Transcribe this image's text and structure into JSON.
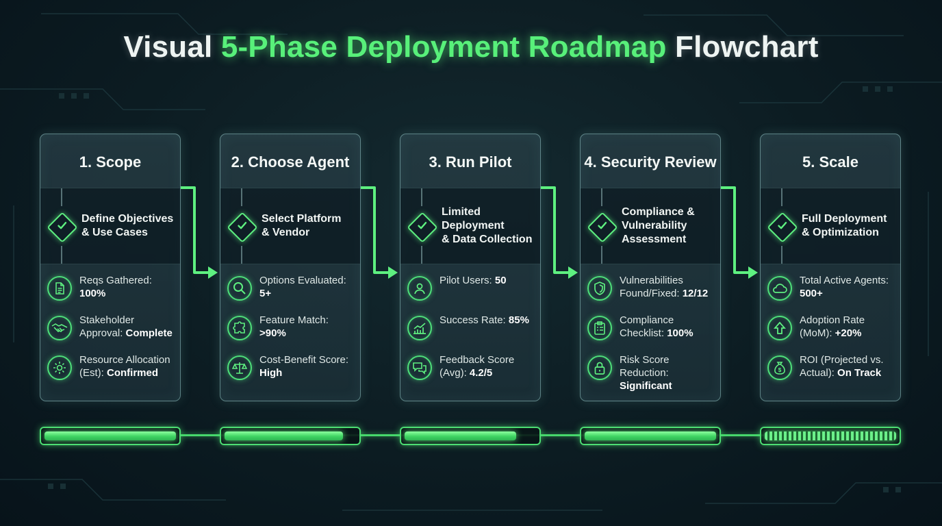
{
  "title": {
    "pre": "Visual ",
    "accent": "5-Phase Deployment Roadmap",
    "post": " Flowchart"
  },
  "colors": {
    "accent": "#58f07a",
    "card_border": "#96c8c8",
    "background": "#0c1c22"
  },
  "phases": [
    {
      "title": "1. Scope",
      "goal": "Define Objectives\n& Use Cases",
      "metrics": [
        {
          "icon": "document-icon",
          "label": "Reqs Gathered:",
          "value": "100%"
        },
        {
          "icon": "handshake-icon",
          "label": "Stakeholder Approval:",
          "value": "Complete"
        },
        {
          "icon": "gear-icon",
          "label": "Resource Allocation (Est):",
          "value": "Confirmed"
        }
      ],
      "progress": 1.0
    },
    {
      "title": "2. Choose Agent",
      "goal": "Select Platform\n& Vendor",
      "metrics": [
        {
          "icon": "magnifier-icon",
          "label": "Options Evaluated:",
          "value": "5+"
        },
        {
          "icon": "puzzle-icon",
          "label": "Feature Match:",
          "value": ">90%"
        },
        {
          "icon": "scales-icon",
          "label": "Cost-Benefit Score:",
          "value": "High"
        }
      ],
      "progress": 0.9
    },
    {
      "title": "3. Run Pilot",
      "goal": "Limited Deployment\n& Data Collection",
      "metrics": [
        {
          "icon": "user-icon",
          "label": "Pilot Users:",
          "value": "50"
        },
        {
          "icon": "growth-chart-icon",
          "label": "Success Rate:",
          "value": "85%"
        },
        {
          "icon": "chat-bubbles-icon",
          "label": "Feedback Score (Avg):",
          "value": "4.2/5"
        }
      ],
      "progress": 0.85
    },
    {
      "title": "4. Security Review",
      "goal": "Compliance &\nVulnerability\nAssessment",
      "metrics": [
        {
          "icon": "shield-icon",
          "label": "Vulnerabilities Found/Fixed:",
          "value": "12/12"
        },
        {
          "icon": "clipboard-icon",
          "label": "Compliance Checklist:",
          "value": "100%"
        },
        {
          "icon": "lock-icon",
          "label": "Risk Score Reduction:",
          "value": "Significant"
        }
      ],
      "progress": 1.0
    },
    {
      "title": "5. Scale",
      "goal": "Full Deployment\n& Optimization",
      "metrics": [
        {
          "icon": "cloud-icon",
          "label": "Total Active Agents:",
          "value": "500+"
        },
        {
          "icon": "arrow-up-icon",
          "label": "Adoption Rate (MoM):",
          "value": "+20%"
        },
        {
          "icon": "money-bag-icon",
          "label": "ROI (Projected vs. Actual):",
          "value": "On Track"
        }
      ],
      "progress": 1.0
    }
  ]
}
